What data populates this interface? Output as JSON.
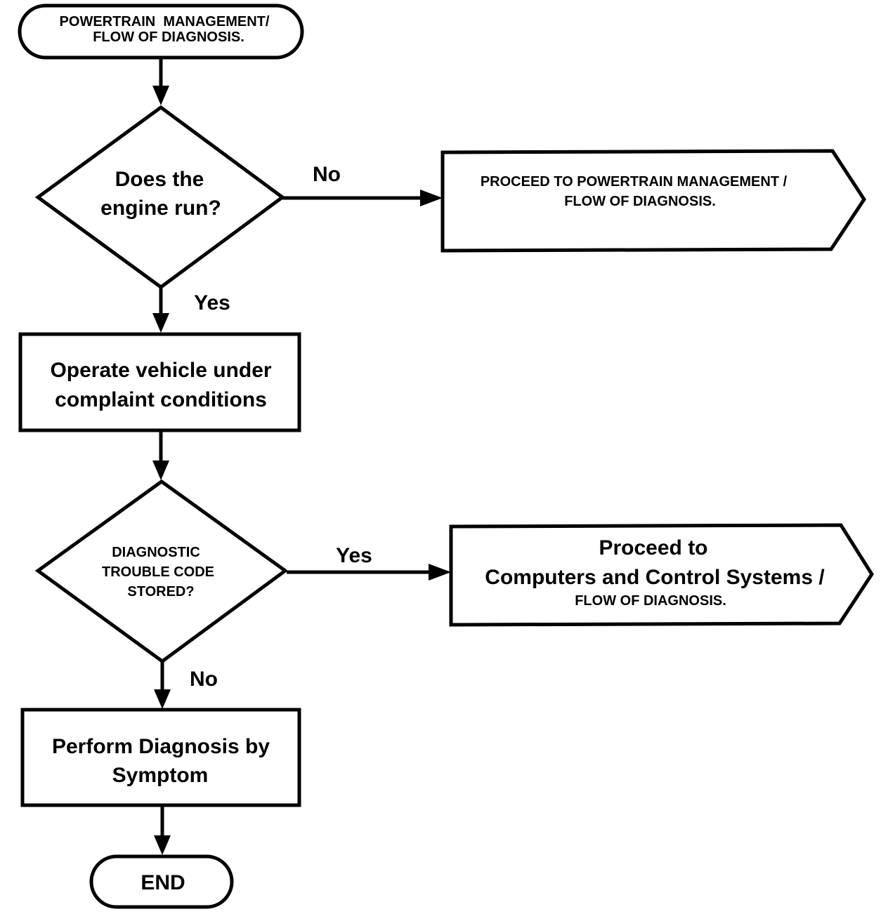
{
  "start": {
    "line1": "POWERTRAIN  MANAGEMENT/",
    "line2": "FLOW OF DIAGNOSIS."
  },
  "decision_engine": {
    "line1": "Does the",
    "line2": "engine run?",
    "no_label": "No",
    "yes_label": "Yes"
  },
  "offpage_powertrain": {
    "line1": "PROCEED TO POWERTRAIN MANAGEMENT /",
    "line2": "FLOW OF DIAGNOSIS."
  },
  "process_operate": {
    "line1": "Operate vehicle under",
    "line2": "complaint conditions"
  },
  "decision_dtc": {
    "line1": "DIAGNOSTIC",
    "line2": "TROUBLE CODE",
    "line3": "STORED?",
    "yes_label": "Yes",
    "no_label": "No"
  },
  "offpage_computers": {
    "line1": "Proceed to",
    "line2": "Computers and Control Systems /",
    "line3": "FLOW OF DIAGNOSIS."
  },
  "process_symptom": {
    "line1": "Perform Diagnosis by",
    "line2": "Symptom"
  },
  "end": {
    "label": "END"
  },
  "colors": {
    "stroke": "#000000",
    "background": "#ffffff"
  }
}
